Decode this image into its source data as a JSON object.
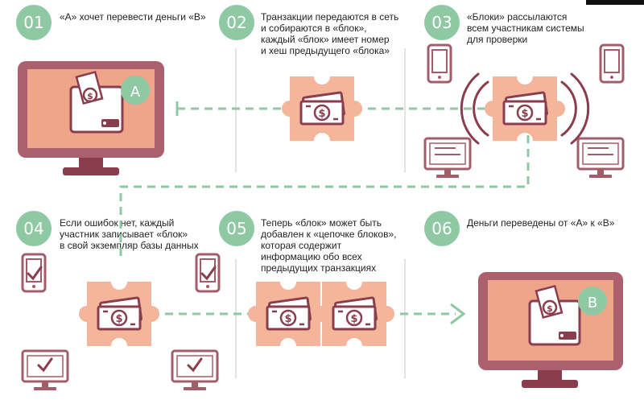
{
  "colors": {
    "badge": "#8fc9a4",
    "line": "#8fc9a4",
    "monitor": "#ac5f6d",
    "screen": "#efa58a",
    "screen_b": "#efa58a",
    "stand": "#8a3d4d",
    "puzzle": "#f4b59a",
    "device": "#a35d6a",
    "divider": "#c8c8c8"
  },
  "steps": [
    {
      "number": "01",
      "lines": [
        "«А» хочет перевести деньги «В»"
      ]
    },
    {
      "number": "02",
      "lines": [
        "Транзакции передаются в сеть",
        "и собираются в «блок»,",
        "каждый «блок» имеет номер",
        "и хеш предыдущего «блока»"
      ]
    },
    {
      "number": "03",
      "lines": [
        "«Блоки» рассылаются",
        "всем участникам системы",
        "для проверки"
      ]
    },
    {
      "number": "04",
      "lines": [
        "Если ошибок нет, каждый",
        "участник записывает «блок»",
        "в свой экземпляр базы данных"
      ]
    },
    {
      "number": "05",
      "lines": [
        "Теперь «блок» может быть",
        "добавлен к «цепочке блоков»,",
        "которая содержит",
        "информацию обо всех",
        "предыдущих транзакциях"
      ]
    },
    {
      "number": "06",
      "lines": [
        "Деньги переведены от «А» к «В»"
      ]
    }
  ],
  "labels": {
    "sender": "A",
    "receiver": "B"
  },
  "icons": {
    "monitor": "monitor-icon",
    "wallet": "wallet-icon",
    "money": "money-icon",
    "puzzle": "puzzle-block-icon",
    "phone": "phone-icon",
    "check": "checkmark-icon",
    "signal": "broadcast-signal-icon",
    "arrow": "arrow-right-icon"
  }
}
